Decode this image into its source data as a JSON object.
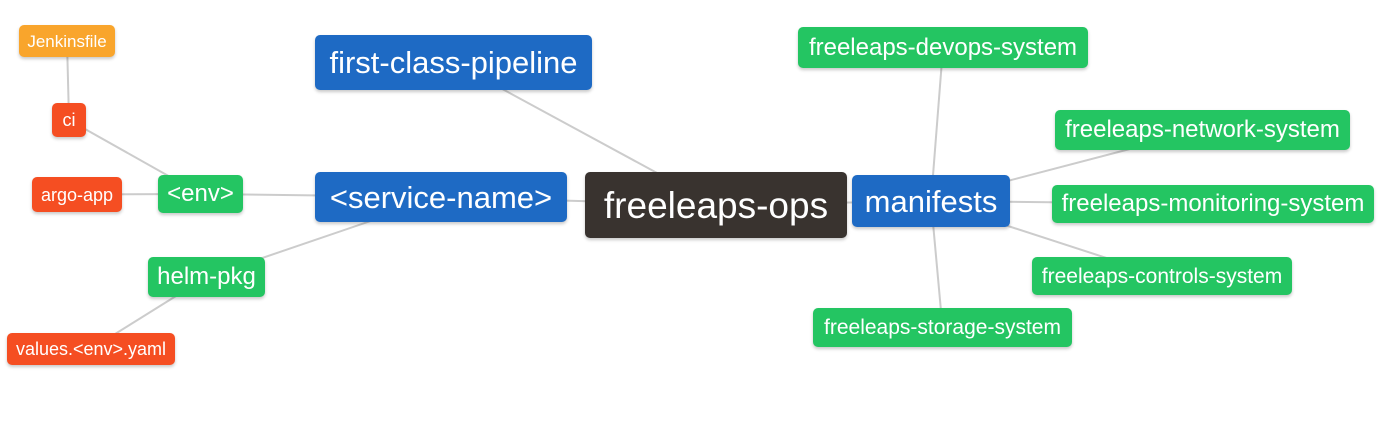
{
  "diagram": {
    "type": "mindmap",
    "nodes": [
      {
        "id": "freeleaps-ops",
        "label": "freeleaps-ops",
        "role": "root"
      },
      {
        "id": "first-class-pipeline",
        "label": "first-class-pipeline",
        "role": "branch"
      },
      {
        "id": "service-name",
        "label": "<service-name>",
        "role": "branch"
      },
      {
        "id": "manifests",
        "label": "manifests",
        "role": "branch"
      },
      {
        "id": "env",
        "label": "<env>",
        "role": "green"
      },
      {
        "id": "helm-pkg",
        "label": "helm-pkg",
        "role": "green"
      },
      {
        "id": "jenkinsfile",
        "label": "Jenkinsfile",
        "role": "orange"
      },
      {
        "id": "ci",
        "label": "ci",
        "role": "red"
      },
      {
        "id": "argo-app",
        "label": "argo-app",
        "role": "red"
      },
      {
        "id": "values-env-yaml",
        "label": "values.<env>.yaml",
        "role": "red"
      },
      {
        "id": "freeleaps-devops-system",
        "label": "freeleaps-devops-system",
        "role": "green"
      },
      {
        "id": "freeleaps-network-system",
        "label": "freeleaps-network-system",
        "role": "green"
      },
      {
        "id": "freeleaps-monitoring-system",
        "label": "freeleaps-monitoring-system",
        "role": "green"
      },
      {
        "id": "freeleaps-controls-system",
        "label": "freeleaps-controls-system",
        "role": "green"
      },
      {
        "id": "freeleaps-storage-system",
        "label": "freeleaps-storage-system",
        "role": "green"
      }
    ],
    "edges": [
      [
        "jenkinsfile",
        "ci"
      ],
      [
        "ci",
        "env"
      ],
      [
        "argo-app",
        "env"
      ],
      [
        "env",
        "service-name"
      ],
      [
        "helm-pkg",
        "service-name"
      ],
      [
        "values-env-yaml",
        "helm-pkg"
      ],
      [
        "first-class-pipeline",
        "freeleaps-ops"
      ],
      [
        "service-name",
        "freeleaps-ops"
      ],
      [
        "freeleaps-ops",
        "manifests"
      ],
      [
        "manifests",
        "freeleaps-devops-system"
      ],
      [
        "manifests",
        "freeleaps-network-system"
      ],
      [
        "manifests",
        "freeleaps-monitoring-system"
      ],
      [
        "manifests",
        "freeleaps-controls-system"
      ],
      [
        "manifests",
        "freeleaps-storage-system"
      ]
    ]
  },
  "palette": {
    "root_bg": "#39332F",
    "branch_bg": "#1E6AC4",
    "green_bg": "#24C562",
    "orange_bg": "#F9A52C",
    "red_bg": "#F54E22",
    "edge_line": "#CCCCCC",
    "node_text": "#FFFFFF",
    "canvas_bg": "#FFFFFF"
  }
}
